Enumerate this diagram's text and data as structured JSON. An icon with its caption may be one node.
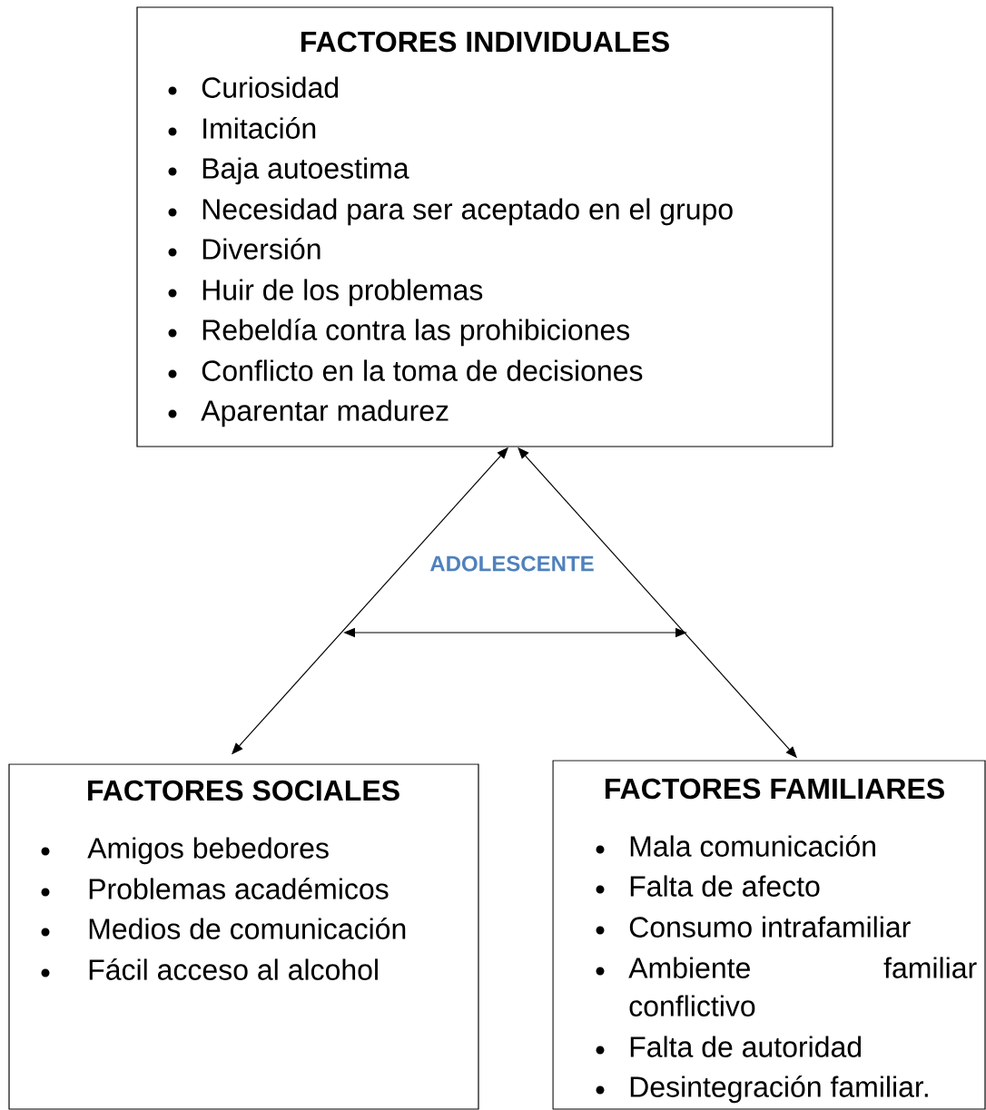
{
  "diagram": {
    "nodes": [
      {
        "text": [
          "FACTORES INDIVIDUALES",
          "Curiosidad",
          "Imitación",
          "Baja autoestima",
          "Necesidad para ser aceptado en el grupo",
          "Diversión",
          "Huir de los problemas",
          "Rebeldía contra las prohibiciones",
          "Conflicto en la toma de decisiones",
          "Aparentar madurez"
        ]
      },
      {
        "text": [
          "FACTORES SOCIALES",
          "Amigos bebedores",
          "Problemas académicos",
          "Medios de comunicación",
          "Fácil acceso al alcohol"
        ]
      },
      {
        "text": [
          "FACTORES FAMILIARES",
          "Mala comunicación",
          "Falta de afecto",
          "Consumo intrafamiliar",
          "Ambiente familiar conflictivo",
          "Falta de autoridad",
          "Desintegración familiar."
        ]
      }
    ],
    "edges": [
      {
        "from": 0,
        "to": 1,
        "arrow": "both"
      },
      {
        "from": 0,
        "to": 2,
        "arrow": "both"
      }
    ],
    "labels": [
      "ADOLESCENTE"
    ]
  }
}
